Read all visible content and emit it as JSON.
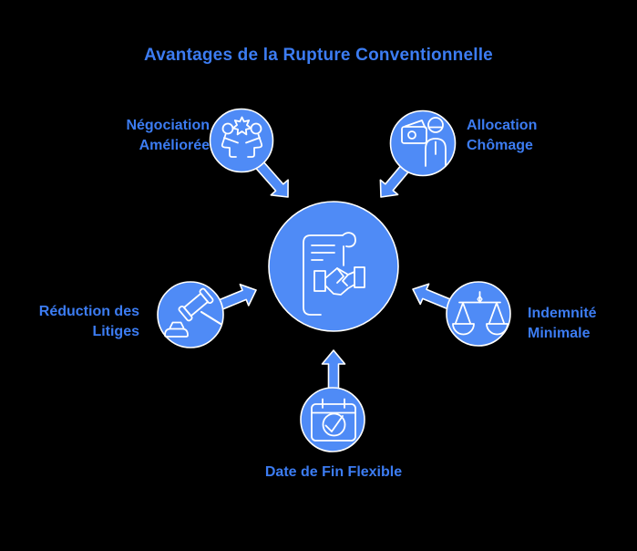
{
  "title": "Avantages de la Rupture Conventionnelle",
  "colors": {
    "background": "#000000",
    "bubble": "#4F8BF6",
    "text": "#3C7CF2",
    "stroke": "#FFFFFF"
  },
  "center": {
    "icon": "document-handshake-icon"
  },
  "items": [
    {
      "label": "Négociation\nAméliorée",
      "icon": "negotiation-icon",
      "position": "top-left"
    },
    {
      "label": "Allocation\nChômage",
      "icon": "unemployment-benefit-icon",
      "position": "top-right"
    },
    {
      "label": "Réduction des\nLitiges",
      "icon": "gavel-icon",
      "position": "left"
    },
    {
      "label": "Indemnité\nMinimale",
      "icon": "scales-icon",
      "position": "right"
    },
    {
      "label": "Date de Fin Flexible",
      "icon": "calendar-check-icon",
      "position": "bottom"
    }
  ]
}
